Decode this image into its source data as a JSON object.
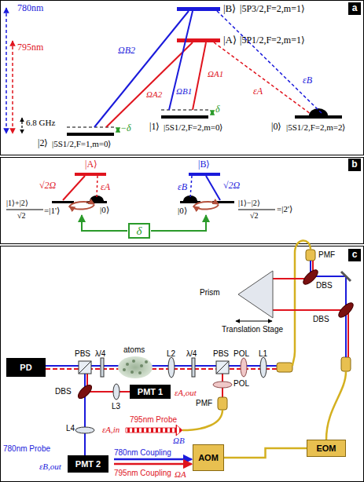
{
  "diagram": {
    "nodes": [
      {
        "text": [
          "a"
        ]
      },
      {
        "text": [
          "b"
        ]
      },
      {
        "text": [
          "c"
        ]
      },
      {
        "text": [
          "PD"
        ]
      },
      {
        "text": [
          "PMT 1"
        ]
      },
      {
        "text": [
          "PMT 2"
        ]
      },
      {
        "text": [
          "AOM"
        ]
      },
      {
        "text": [
          "EOM"
        ]
      },
      {
        "text": [
          "δ"
        ]
      }
    ],
    "edges": [
      {
        "from": 6,
        "to": 7,
        "arrow": "none"
      }
    ],
    "labels": [
      "780nm",
      "795nm",
      "6.8 GHz",
      "|B⟩",
      "|5P3/2,F=2,m=1⟩",
      "|A⟩",
      "|5P1/2,F=2,m=1⟩",
      "ΩB2",
      "ΩA2",
      "ΩB1",
      "ΩA1",
      "εB",
      "εA",
      "δ",
      "−δ",
      "|2⟩",
      "|5S1/2,F=1,m=0⟩",
      "|1⟩",
      "|5S1/2,F=2,m=0⟩",
      "|0⟩",
      "|5S1/2,F=2,m=2⟩",
      "|A⟩",
      "√2Ω",
      "εA",
      "|B⟩",
      "εB",
      "√2Ω",
      "|1⟩+|2⟩",
      "√2",
      "=|1'⟩",
      "|0⟩",
      "|0⟩",
      "|1⟩−|2⟩",
      "√2",
      "=|2'⟩",
      "PBS",
      "λ/4",
      "atoms",
      "L2",
      "λ/4",
      "PBS",
      "POL",
      "L1",
      "PMF",
      "DBS",
      "DBS",
      "Prism",
      "Translation Stage",
      "DBS",
      "L3",
      "εA,out",
      "L4",
      "780nm Probe",
      "εB,out",
      "POL",
      "PMF",
      "εA,in",
      "795nm Probe",
      "ΩB",
      "780nm Coupling",
      "795nm Coupling",
      "ΩA"
    ]
  }
}
